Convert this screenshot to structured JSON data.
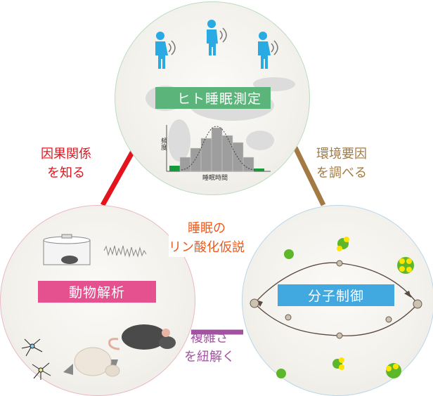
{
  "circles": {
    "human": {
      "title": "ヒト睡眠測定",
      "y_axis_label": "頻度",
      "x_axis_label": "睡眠時間"
    },
    "animal": {
      "title": "動物解析"
    },
    "molecular": {
      "title": "分子制御"
    }
  },
  "connections": {
    "causal": {
      "line1": "因果関係",
      "line2": "を知る",
      "color": "#e3141e"
    },
    "environment": {
      "line1": "環境要因",
      "line2": "を調べる",
      "color": "#a37a43"
    },
    "complexity": {
      "line1": "複雑さ",
      "line2": "を紐解く",
      "color": "#a152a0"
    }
  },
  "center": {
    "line1": "睡眠の",
    "line2": "リン酸化仮説",
    "color": "#ec5a1c"
  }
}
